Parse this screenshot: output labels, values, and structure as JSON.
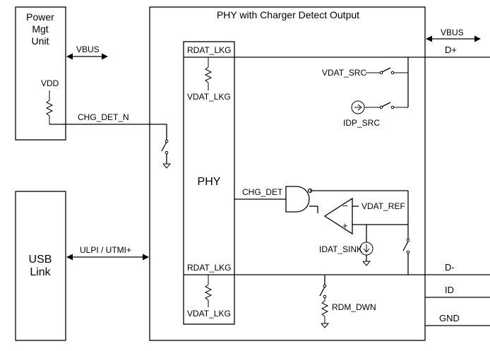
{
  "blocks": {
    "power": {
      "line1": "Power",
      "line2": "Mgt",
      "line3": "Unit"
    },
    "phy_outer": {
      "title": "PHY with Charger Detect Output"
    },
    "phy_inner": {
      "label": "PHY"
    },
    "usb_link": {
      "line1": "USB",
      "line2": "Link"
    }
  },
  "labels": {
    "vbus_left": "VBUS",
    "vbus_right": "VBUS",
    "vdd": "VDD",
    "chg_det_n": "CHG_DET_N",
    "rdat_lkg_top": "RDAT_LKG",
    "vdat_lkg_top": "VDAT_LKG",
    "rdat_lkg_bottom": "RDAT_LKG",
    "vdat_lkg_bottom": "VDAT_LKG",
    "vdat_src": "VDAT_SRC",
    "idp_src": "IDP_SRC",
    "chg_det": "CHG_DET",
    "vdat_ref": "VDAT_REF",
    "idat_sink": "IDAT_SINK",
    "ulpi": "ULPI / UTMI+",
    "rdm_dwn": "RDM_DWN",
    "d_plus": "D+",
    "d_minus": "D-",
    "id": "ID",
    "gnd": "GND",
    "comp_minus": "−",
    "comp_plus": "+"
  },
  "icons": [
    "arrow-double-icon",
    "resistor-icon",
    "switch-icon",
    "ground-icon",
    "current-source-icon",
    "and-gate-icon",
    "comparator-icon"
  ]
}
